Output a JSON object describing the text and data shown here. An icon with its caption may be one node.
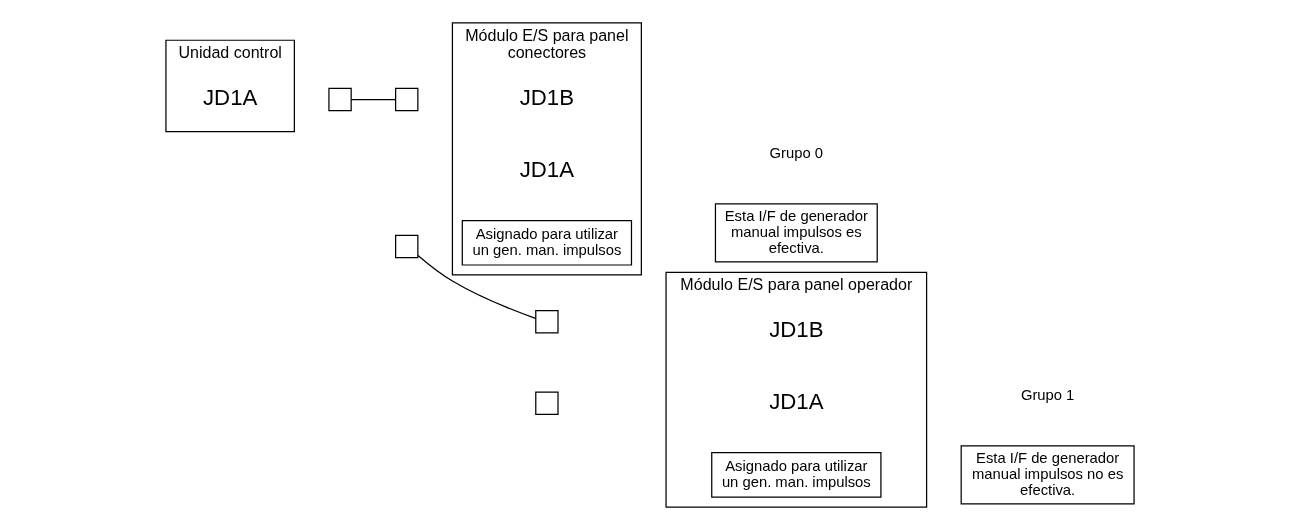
{
  "diagram": {
    "nodes": [
      {
        "text": [
          "Unidad control"
        ]
      },
      {
        "text": [
          "JD1A"
        ],
        "in": 0
      },
      {
        "text": [],
        "shape": "box"
      },
      {
        "text": [
          "Módulo E/S para panel conectores"
        ]
      },
      {
        "text": [
          "JD1B"
        ],
        "in": 3
      },
      {
        "text": [
          "JD1A"
        ],
        "in": 3
      },
      {
        "text": [
          "Asignado para utilizar un gen. man. impulsos"
        ],
        "in": 3
      },
      {
        "text": [],
        "shape": "box"
      },
      {
        "text": [],
        "shape": "box"
      },
      {
        "text": [
          "Módulo E/S para panel operador"
        ]
      },
      {
        "text": [
          "JD1B"
        ],
        "in": 9
      },
      {
        "text": [
          "JD1A"
        ],
        "in": 9
      },
      {
        "text": [
          "Asignado para utilizar un gen. man. impulsos"
        ],
        "in": 9
      },
      {
        "text": [],
        "shape": "box"
      },
      {
        "text": [],
        "shape": "box"
      },
      {
        "text": [
          "Esta I/F de generador manual impulsos es efectiva."
        ],
        "beside": [
          "Grupo 0"
        ]
      },
      {
        "text": [
          "Esta I/F de generador manual impulsos no es efectiva."
        ],
        "beside": [
          "Grupo 1"
        ]
      }
    ],
    "edges": [
      {
        "from": 2,
        "to": 7,
        "arrow": "none"
      },
      {
        "from": 8,
        "to": 13,
        "arrow": "none"
      }
    ]
  }
}
